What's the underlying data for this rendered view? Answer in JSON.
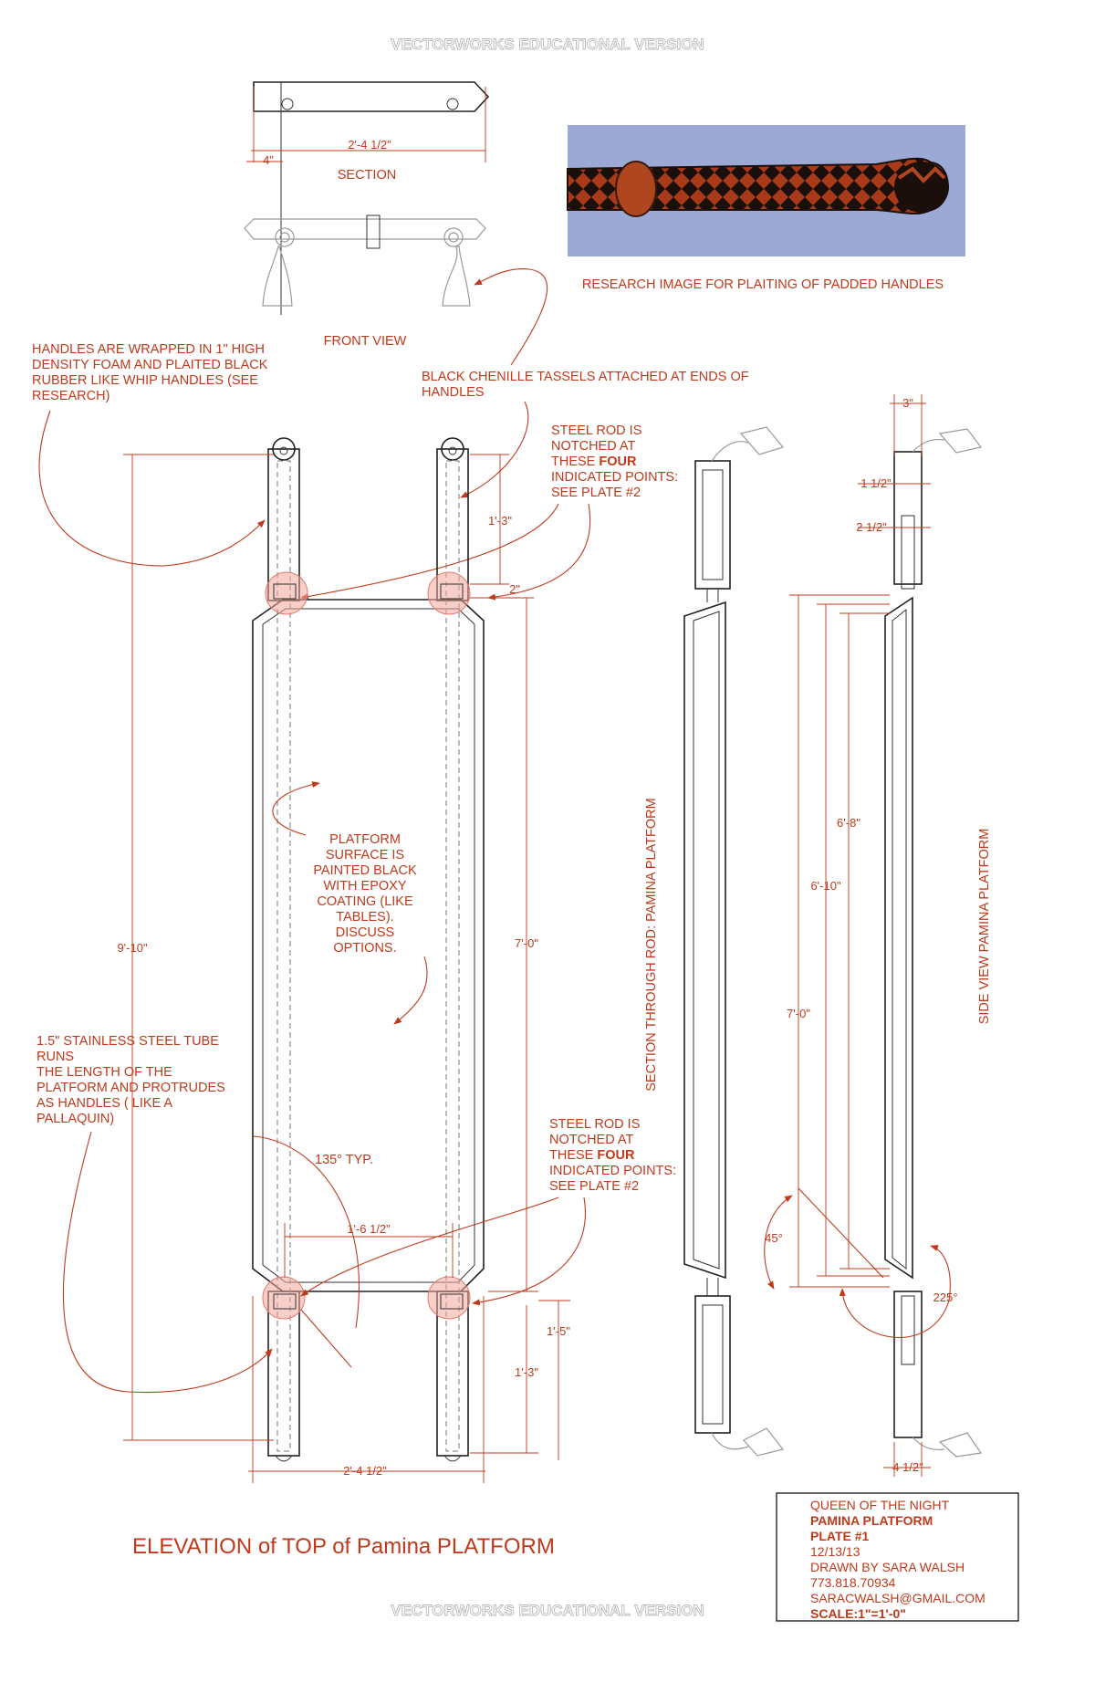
{
  "watermark": {
    "top": "VECTORWORKS EDUCATIONAL VERSION",
    "bottom": "VECTORWORKS EDUCATIONAL VERSION"
  },
  "title": "ELEVATION of TOP of Pamina PLATFORM",
  "views": {
    "section": "SECTION",
    "front_view": "FRONT VIEW",
    "section_through_rod": "SECTION THROUGH ROD: PAMINA PLATFORM",
    "side_view": "SIDE VIEW PAMINA PLATFORM",
    "research_caption": "RESEARCH IMAGE FOR PLAITING OF PADDED HANDLES"
  },
  "notes": {
    "handles": [
      "HANDLES ARE WRAPPED IN 1\" HIGH",
      "DENSITY FOAM AND PLAITED BLACK",
      "RUBBER  LIKE WHIP HANDLES (SEE",
      "RESEARCH)"
    ],
    "tassels": [
      "BLACK CHENILLE TASSELS  ATTACHED AT ENDS OF",
      "HANDLES"
    ],
    "steel_rod_top": {
      "l1": "STEEL ROD IS",
      "l2": "NOTCHED AT",
      "l3a": "THESE ",
      "l3b": "FOUR",
      "l4": "INDICATED POINTS:",
      "l5": "SEE PLATE #2"
    },
    "steel_rod_bottom": {
      "l1": "STEEL ROD IS",
      "l2": "NOTCHED AT",
      "l3a": "THESE ",
      "l3b": "FOUR",
      "l4": "INDICATED POINTS:",
      "l5": "SEE PLATE #2"
    },
    "platform_surface": [
      "PLATFORM",
      "SURFACE IS",
      "PAINTED BLACK",
      "WITH EPOXY",
      "COATING (LIKE",
      "TABLES).",
      "DISCUSS",
      "OPTIONS."
    ],
    "steel_tube": [
      "1.5\" STAINLESS STEEL TUBE",
      "RUNS",
      "THE LENGTH OF THE",
      "PLATFORM AND PROTRUDES",
      "AS HANDLES ( LIKE A",
      "PALLAQUIN)"
    ],
    "angle_135": "135° TYP."
  },
  "dimensions": {
    "section_width": "2'-4 1/2\"",
    "section_offset": "4\"",
    "overall_length": "9'-10\"",
    "handle_top": "1'-3\"",
    "notch_offset": "2\"",
    "platform_length": "7'-0\"",
    "inner_width": "1'-6 1/2\"",
    "bottom_offset": "1'-5\"",
    "handle_bottom": "1'-3\"",
    "overall_width": "2'-4 1/2\"",
    "side_top": "3\"",
    "side_a": "1 1/2\"",
    "side_b": "2 1/2\"",
    "side_c": "6'-8\"",
    "side_d": "6'-10\"",
    "side_e": "7'-0\"",
    "angle_45": "45°",
    "angle_225": "225°",
    "side_bottom": "4 1/2\""
  },
  "title_block": {
    "project": "QUEEN OF THE NIGHT",
    "piece": "PAMINA PLATFORM",
    "plate": "PLATE #1",
    "date": "12/13/13",
    "drawn_by": "DRAWN BY SARA WALSH",
    "phone": "773.818.70934",
    "email": "SARACWALSH@GMAIL.COM",
    "scale": "SCALE:1\"=1'-0\""
  },
  "colors": {
    "annotation": "#c0391b",
    "linework": "#222222",
    "highlight": "#f2a69a",
    "photo_bg": "#9ca9d4"
  }
}
